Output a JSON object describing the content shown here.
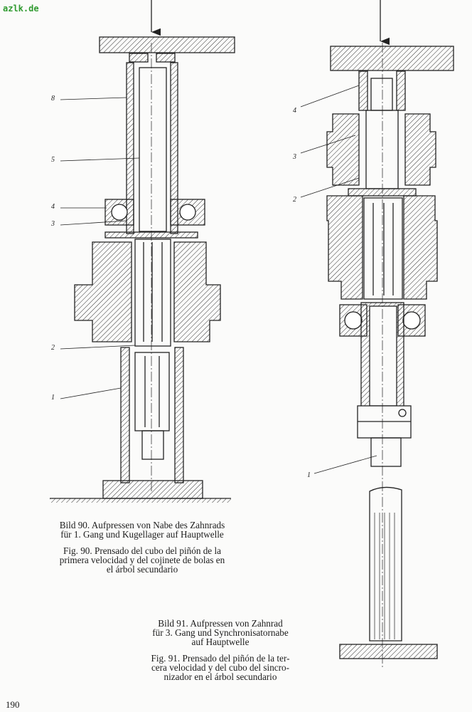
{
  "watermark": "azlk.de",
  "page_number": "190",
  "figure90": {
    "labels": [
      "8",
      "5",
      "4",
      "3",
      "2",
      "1"
    ],
    "caption_de": [
      "Bild 90. Aufpressen von Nabe des Zahnrads",
      "für 1. Gang und Kugellager auf Hauptwelle"
    ],
    "caption_es": [
      "Fig. 90. Prensado del cubo del piñón de la",
      "primera velocidad y del cojinete de bolas en",
      "el árbol secundario"
    ]
  },
  "figure91": {
    "labels": [
      "4",
      "3",
      "2",
      "1"
    ],
    "caption_de": [
      "Bild 91. Aufpressen von Zahnrad",
      "für 3. Gang und Synchronisatornabe",
      "auf Hauptwelle"
    ],
    "caption_es": [
      "Fig. 91. Prensado del piñón de la ter-",
      "cera velocidad y del cubo del sincro-",
      "nizador en el árbol secundario"
    ]
  }
}
